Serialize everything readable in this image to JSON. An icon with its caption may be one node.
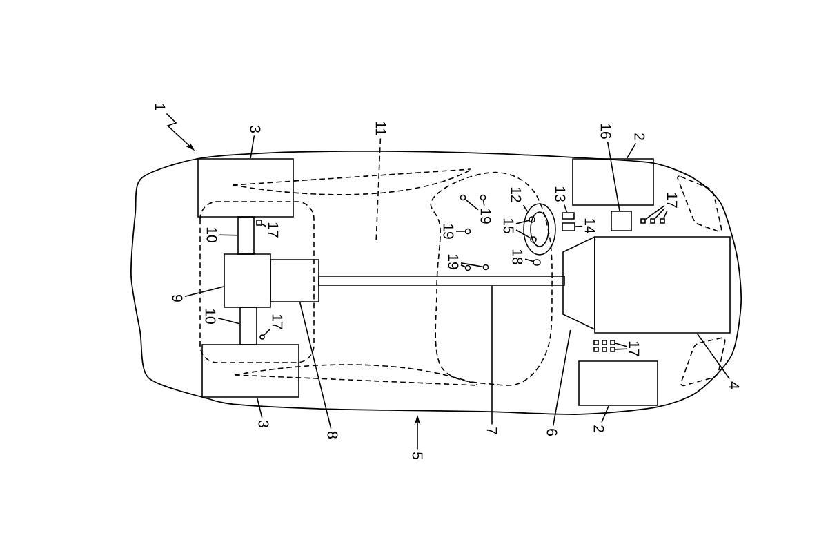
{
  "diagram": {
    "nodes": [
      {
        "text": [],
        "shape": "picture"
      },
      {
        "text": [
          "1"
        ]
      },
      {
        "text": [
          "3"
        ]
      },
      {
        "text": [],
        "shape": "box",
        "in": 0
      },
      {
        "text": [
          "3"
        ]
      },
      {
        "text": [],
        "shape": "box",
        "in": 0
      },
      {
        "text": [
          "10"
        ],
        "in": 0
      },
      {
        "text": [],
        "shape": "bar",
        "in": 0
      },
      {
        "text": [
          "17"
        ],
        "in": 0
      },
      {
        "text": [],
        "shape": "box",
        "in": 0
      },
      {
        "text": [
          "9"
        ],
        "in": 0
      },
      {
        "text": [],
        "shape": "box",
        "in": 0
      },
      {
        "text": [
          "10"
        ],
        "in": 0
      },
      {
        "text": [],
        "shape": "bar",
        "in": 0
      },
      {
        "text": [
          "17"
        ],
        "in": 0
      },
      {
        "text": [],
        "shape": "circle",
        "in": 0
      },
      {
        "text": [
          "8"
        ]
      },
      {
        "text": [],
        "shape": "box",
        "in": 0
      },
      {
        "text": [
          "11"
        ]
      },
      {
        "text": [
          "5"
        ]
      },
      {
        "text": [
          "7"
        ]
      },
      {
        "text": [],
        "shape": "bar",
        "in": 0
      },
      {
        "text": [
          "19"
        ],
        "in": 0
      },
      {
        "text": [],
        "shape": "circle",
        "in": 0
      },
      {
        "text": [],
        "shape": "circle",
        "in": 0
      },
      {
        "text": [
          "19"
        ],
        "in": 0
      },
      {
        "text": [],
        "shape": "circle",
        "in": 0
      },
      {
        "text": [
          "19"
        ],
        "in": 0
      },
      {
        "text": [],
        "shape": "circle",
        "in": 0
      },
      {
        "text": [],
        "shape": "circle",
        "in": 0
      },
      {
        "text": [
          "12"
        ],
        "in": 0
      },
      {
        "text": [],
        "shape": "circle",
        "in": 0
      },
      {
        "text": [
          "15"
        ],
        "in": 0
      },
      {
        "text": [],
        "shape": "circle",
        "in": 31
      },
      {
        "text": [],
        "shape": "circle",
        "in": 31
      },
      {
        "text": [
          "18"
        ],
        "in": 0
      },
      {
        "text": [],
        "shape": "circle",
        "in": 0
      },
      {
        "text": [
          "13"
        ],
        "in": 0
      },
      {
        "text": [],
        "shape": "box",
        "in": 0
      },
      {
        "text": [
          "14"
        ],
        "in": 0
      },
      {
        "text": [],
        "shape": "box",
        "in": 0
      },
      {
        "text": [
          "6"
        ]
      },
      {
        "text": [],
        "shape": "trapezoid",
        "in": 0
      },
      {
        "text": [
          "16"
        ]
      },
      {
        "text": [],
        "shape": "box",
        "in": 0
      },
      {
        "text": [
          "2"
        ]
      },
      {
        "text": [],
        "shape": "box",
        "in": 0
      },
      {
        "text": [
          "17"
        ],
        "in": 0
      },
      {
        "text": [],
        "shape": "box",
        "in": 0
      },
      {
        "text": [],
        "shape": "box",
        "in": 0
      },
      {
        "text": [],
        "shape": "box",
        "in": 0
      },
      {
        "text": [
          "17"
        ],
        "in": 0
      },
      {
        "text": [],
        "shape": "box",
        "in": 0
      },
      {
        "text": [],
        "shape": "box",
        "in": 0
      },
      {
        "text": [],
        "shape": "box",
        "in": 0
      },
      {
        "text": [],
        "shape": "box",
        "in": 0
      },
      {
        "text": [],
        "shape": "box",
        "in": 0
      },
      {
        "text": [],
        "shape": "box",
        "in": 0
      },
      {
        "text": [
          "2"
        ]
      },
      {
        "text": [],
        "shape": "box",
        "in": 0
      },
      {
        "text": [
          "4"
        ]
      },
      {
        "text": [],
        "shape": "box",
        "in": 0
      }
    ],
    "edges": [
      {
        "from": 1,
        "to": 0,
        "arrow": "to"
      },
      {
        "from": 2,
        "to": 3,
        "arrow": "none"
      },
      {
        "from": 4,
        "to": 5,
        "arrow": "none"
      },
      {
        "from": 6,
        "to": 7,
        "arrow": "none"
      },
      {
        "from": 8,
        "to": 9,
        "arrow": "none"
      },
      {
        "from": 10,
        "to": 11,
        "arrow": "none"
      },
      {
        "from": 12,
        "to": 13,
        "arrow": "none"
      },
      {
        "from": 14,
        "to": 15,
        "arrow": "none"
      },
      {
        "from": 16,
        "to": 17,
        "arrow": "none"
      },
      {
        "from": 18,
        "to": null,
        "arrow": "none",
        "style": "dashed"
      },
      {
        "from": 19,
        "to": 0,
        "arrow": "to"
      },
      {
        "from": 20,
        "to": 21,
        "arrow": "none"
      },
      {
        "from": 22,
        "to": 23,
        "arrow": "none"
      },
      {
        "from": 22,
        "to": 24,
        "arrow": "none"
      },
      {
        "from": 25,
        "to": 26,
        "arrow": "none"
      },
      {
        "from": 27,
        "to": 28,
        "arrow": "none"
      },
      {
        "from": 27,
        "to": 29,
        "arrow": "none"
      },
      {
        "from": 30,
        "to": 31,
        "arrow": "none"
      },
      {
        "from": 32,
        "to": 33,
        "arrow": "none"
      },
      {
        "from": 32,
        "to": 34,
        "arrow": "none"
      },
      {
        "from": 35,
        "to": 36,
        "arrow": "none"
      },
      {
        "from": 37,
        "to": 38,
        "arrow": "none"
      },
      {
        "from": 39,
        "to": 40,
        "arrow": "none"
      },
      {
        "from": 41,
        "to": 42,
        "arrow": "none"
      },
      {
        "from": 43,
        "to": 44,
        "arrow": "none"
      },
      {
        "from": 45,
        "to": 46,
        "arrow": "none"
      },
      {
        "from": 47,
        "to": 48,
        "arrow": "none"
      },
      {
        "from": 47,
        "to": 49,
        "arrow": "none"
      },
      {
        "from": 47,
        "to": 50,
        "arrow": "none"
      },
      {
        "from": 51,
        "to": 54,
        "arrow": "none"
      },
      {
        "from": 51,
        "to": 57,
        "arrow": "none"
      },
      {
        "from": 58,
        "to": 59,
        "arrow": "none"
      },
      {
        "from": 60,
        "to": 61,
        "arrow": "none"
      }
    ]
  }
}
